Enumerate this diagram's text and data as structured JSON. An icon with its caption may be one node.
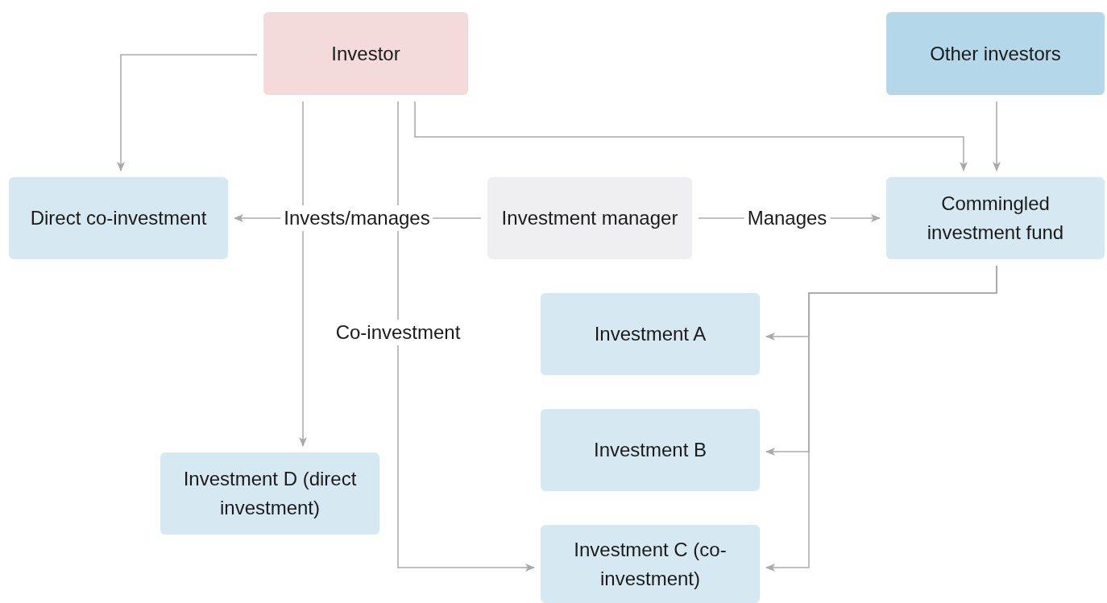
{
  "diagram": {
    "nodes": [
      {
        "text": [
          "Investor"
        ]
      },
      {
        "text": [
          "Other investors"
        ]
      },
      {
        "text": [
          "Direct co-investment"
        ]
      },
      {
        "text": [
          "Investment manager"
        ]
      },
      {
        "text": [
          "Commingled investment fund"
        ]
      },
      {
        "text": [
          "Investment A"
        ]
      },
      {
        "text": [
          "Investment B"
        ]
      },
      {
        "text": [
          "Investment D (direct investment)"
        ]
      },
      {
        "text": [
          "Investment C (co-investment)"
        ]
      }
    ],
    "edges": [
      {
        "from": 0,
        "to": 2,
        "arrow": "to"
      },
      {
        "from": 0,
        "to": 7,
        "arrow": "to"
      },
      {
        "from": 0,
        "to": 8,
        "arrow": "to",
        "label": "Co-investment"
      },
      {
        "from": 0,
        "to": 4,
        "arrow": "to"
      },
      {
        "from": 1,
        "to": 4,
        "arrow": "to"
      },
      {
        "from": 3,
        "to": 2,
        "arrow": "to",
        "label": "Invests/manages"
      },
      {
        "from": 3,
        "to": 4,
        "arrow": "to",
        "label": "Manages"
      },
      {
        "from": 4,
        "to": 5,
        "arrow": "to"
      },
      {
        "from": 4,
        "to": 6,
        "arrow": "to"
      },
      {
        "from": 4,
        "to": 8,
        "arrow": "to"
      }
    ]
  }
}
